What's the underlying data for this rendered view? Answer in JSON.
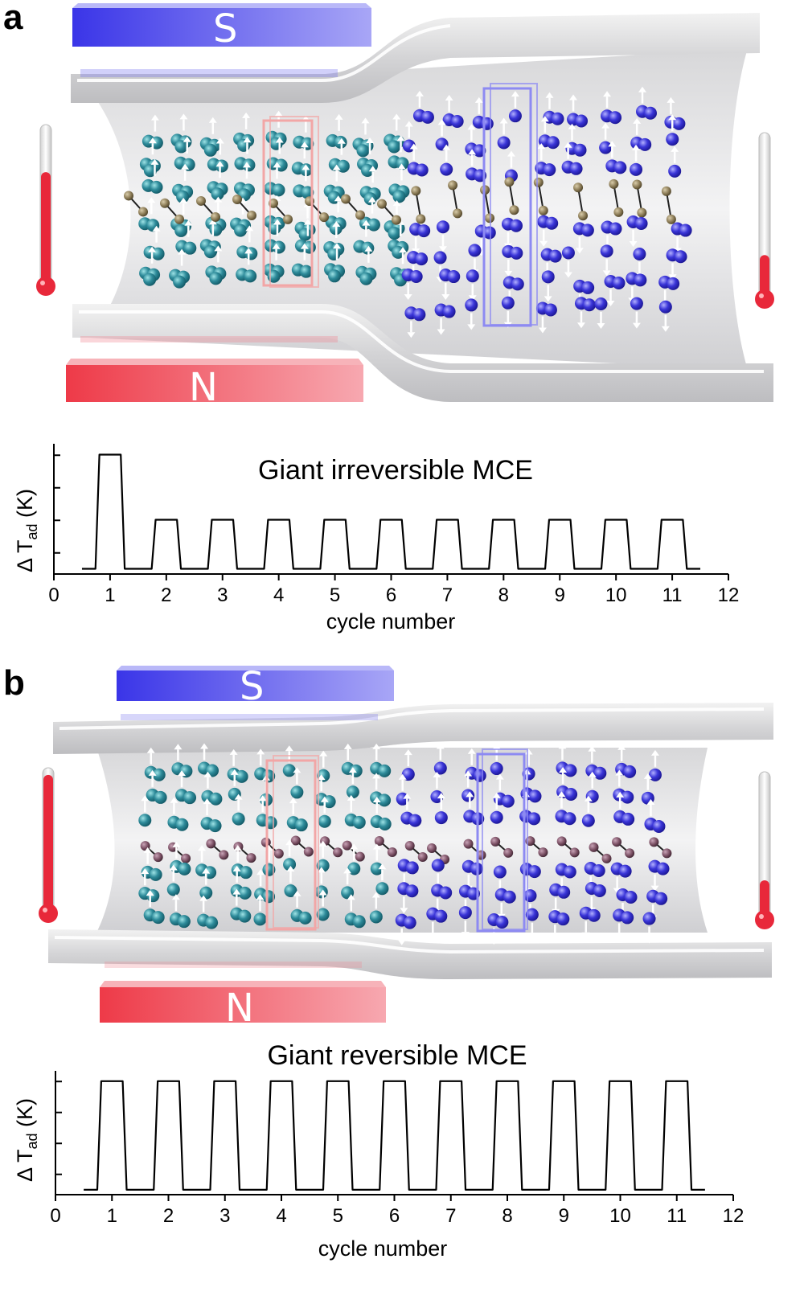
{
  "panels": [
    {
      "label": "a",
      "magnet_top_label": "S",
      "magnet_bottom_label": "N",
      "thermometer_left_level": 0.7,
      "thermometer_right_level": 0.25,
      "colors": {
        "cold_atoms": "#2e8b9a",
        "hot_atoms": "#3a35d8",
        "links": "#8a7a55",
        "magnet_s": "#3a35e8",
        "magnet_n": "#ee3a48",
        "thermo": "#e8283a"
      }
    },
    {
      "label": "b",
      "magnet_top_label": "S",
      "magnet_bottom_label": "N",
      "thermometer_left_level": 0.95,
      "thermometer_right_level": 0.25,
      "colors": {
        "cold_atoms": "#2e8b9a",
        "hot_atoms": "#3a35d8",
        "links": "#7a4f63",
        "magnet_s": "#3a35e8",
        "magnet_n": "#ee3a48",
        "thermo": "#e8283a"
      }
    }
  ],
  "chart_data": [
    {
      "type": "line",
      "title": "Giant irreversible MCE",
      "xlabel": "cycle number",
      "ylabel": "ΔT_ad (K)",
      "ylabel_main": "Δ T",
      "ylabel_sub": "ad",
      "ylabel_unit": " (K)",
      "xlim": [
        0,
        12
      ],
      "ylim": [
        0,
        3
      ],
      "xticks": [
        "0",
        "1",
        "2",
        "3",
        "4",
        "5",
        "6",
        "7",
        "8",
        "9",
        "10",
        "11",
        "12"
      ],
      "yticks_count": 4,
      "pulses": [
        {
          "cycle": 1,
          "height": 2.75
        },
        {
          "cycle": 2,
          "height": 1.25
        },
        {
          "cycle": 3,
          "height": 1.25
        },
        {
          "cycle": 4,
          "height": 1.25
        },
        {
          "cycle": 5,
          "height": 1.25
        },
        {
          "cycle": 6,
          "height": 1.25
        },
        {
          "cycle": 7,
          "height": 1.25
        },
        {
          "cycle": 8,
          "height": 1.25
        },
        {
          "cycle": 9,
          "height": 1.25
        },
        {
          "cycle": 10,
          "height": 1.25
        },
        {
          "cycle": 11,
          "height": 1.25
        }
      ],
      "x_start": 0.5,
      "x_end": 11.5
    },
    {
      "type": "line",
      "title": "Giant reversible MCE",
      "xlabel": "cycle number",
      "ylabel": "ΔT_ad (K)",
      "ylabel_main": "Δ T",
      "ylabel_sub": "ad",
      "ylabel_unit": " (K)",
      "xlim": [
        0,
        12
      ],
      "ylim": [
        0,
        3
      ],
      "xticks": [
        "0",
        "1",
        "2",
        "3",
        "4",
        "5",
        "6",
        "7",
        "8",
        "9",
        "10",
        "11",
        "12"
      ],
      "yticks_count": 4,
      "pulses": [
        {
          "cycle": 1,
          "height": 2.75
        },
        {
          "cycle": 2,
          "height": 2.75
        },
        {
          "cycle": 3,
          "height": 2.75
        },
        {
          "cycle": 4,
          "height": 2.75
        },
        {
          "cycle": 5,
          "height": 2.75
        },
        {
          "cycle": 6,
          "height": 2.75
        },
        {
          "cycle": 7,
          "height": 2.75
        },
        {
          "cycle": 8,
          "height": 2.75
        },
        {
          "cycle": 9,
          "height": 2.75
        },
        {
          "cycle": 10,
          "height": 2.75
        },
        {
          "cycle": 11,
          "height": 2.75
        }
      ],
      "x_start": 0.5,
      "x_end": 11.5
    }
  ]
}
